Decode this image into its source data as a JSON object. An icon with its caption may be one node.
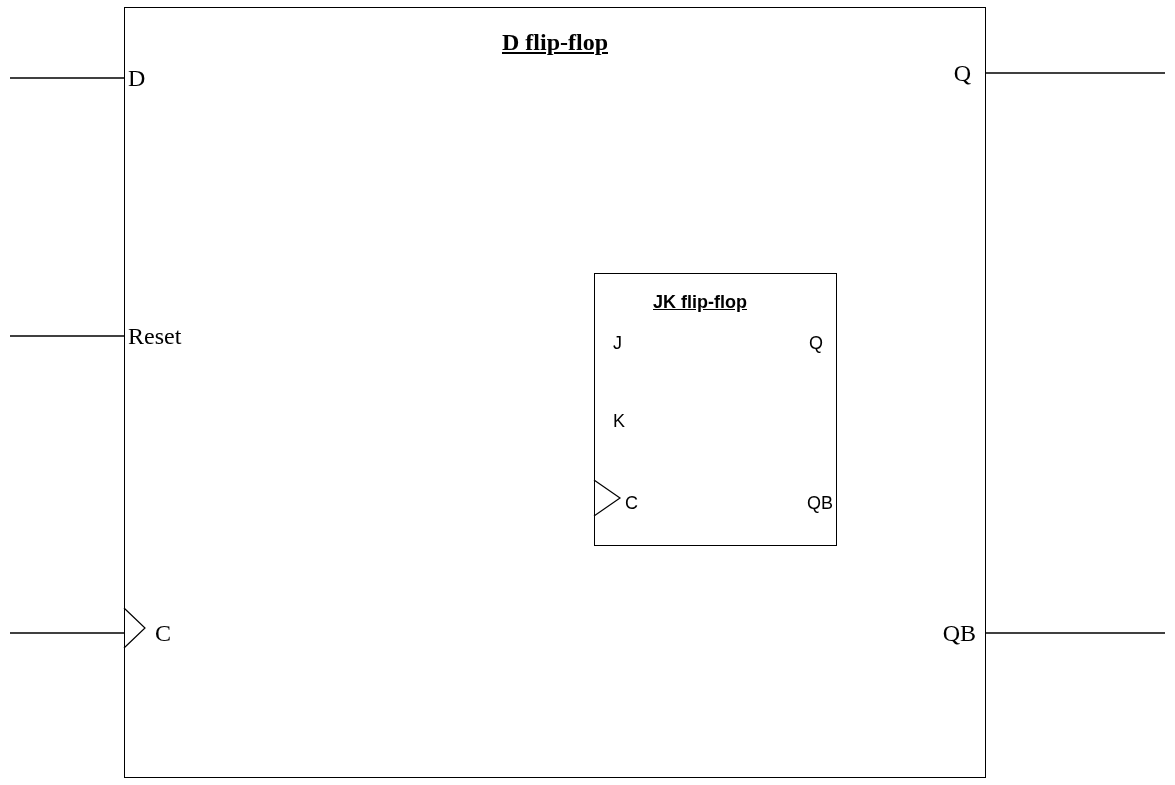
{
  "diagram": {
    "nodes": [
      {
        "text": [
          "D flip-flop"
        ]
      },
      {
        "text": [
          "D"
        ],
        "in": 0
      },
      {
        "text": [
          "Q"
        ],
        "in": 0
      },
      {
        "text": [
          "Reset"
        ],
        "in": 0
      },
      {
        "text": [
          "JK flip-flop",
          "J",
          "Q",
          "K",
          "C",
          "QB"
        ],
        "in": 0
      },
      {
        "text": [
          "C"
        ],
        "in": 0
      },
      {
        "text": [
          "QB"
        ],
        "in": 0
      }
    ],
    "edges": [
      {
        "from": null,
        "to": 1,
        "arrow": "none"
      },
      {
        "from": 2,
        "to": null,
        "arrow": "none"
      },
      {
        "from": null,
        "to": 3,
        "arrow": "none"
      },
      {
        "from": null,
        "to": 5,
        "arrow": "none"
      },
      {
        "from": 6,
        "to": null,
        "arrow": "none"
      }
    ]
  }
}
